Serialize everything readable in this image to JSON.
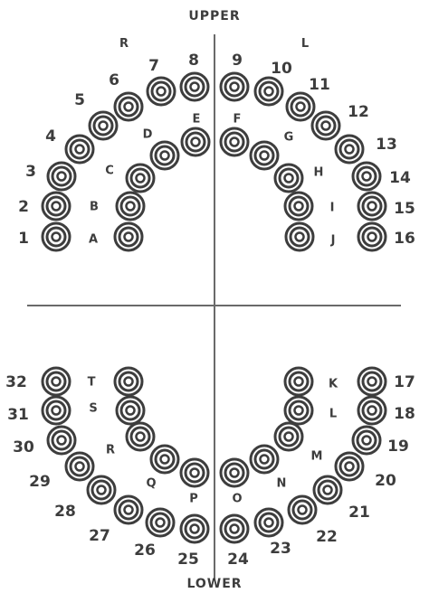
{
  "upper_label": "UPPER",
  "lower_label": "LOWER",
  "right_label": "R",
  "left_label": "L",
  "colors": {
    "ink": "#3d3d3d",
    "line": "#6a6a6a",
    "background": "#ffffff"
  },
  "permanent_teeth": {
    "upper": [
      "1",
      "2",
      "3",
      "4",
      "5",
      "6",
      "7",
      "8",
      "9",
      "10",
      "11",
      "12",
      "13",
      "14",
      "15",
      "16"
    ],
    "lower": [
      "17",
      "18",
      "19",
      "20",
      "21",
      "22",
      "23",
      "24",
      "25",
      "26",
      "27",
      "28",
      "29",
      "30",
      "31",
      "32"
    ]
  },
  "primary_teeth": {
    "upper": [
      "A",
      "B",
      "C",
      "D",
      "E",
      "F",
      "G",
      "H",
      "I",
      "J"
    ],
    "lower": [
      "K",
      "L",
      "M",
      "N",
      "O",
      "P",
      "Q",
      "R",
      "S",
      "T"
    ]
  }
}
